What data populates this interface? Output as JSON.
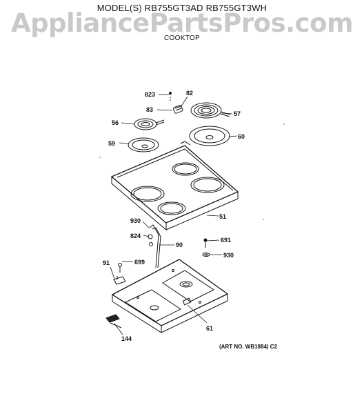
{
  "header": {
    "model": "MODEL(S) RB755GT3AD RB755GT3WH",
    "watermark": "AppliancePartsPros.com",
    "section": "COOKTOP"
  },
  "callouts": {
    "c823": "823",
    "c82": "82",
    "c83": "83",
    "c57": "57",
    "c56": "56",
    "c60": "60",
    "c59": "59",
    "c51": "51",
    "c930a": "930",
    "c824": "824",
    "c90": "90",
    "c691": "691",
    "c930b": "930",
    "c91": "91",
    "c699": "699",
    "c61": "61",
    "c144": "144"
  },
  "art_number": "(ART NO. WB1884) C2"
}
